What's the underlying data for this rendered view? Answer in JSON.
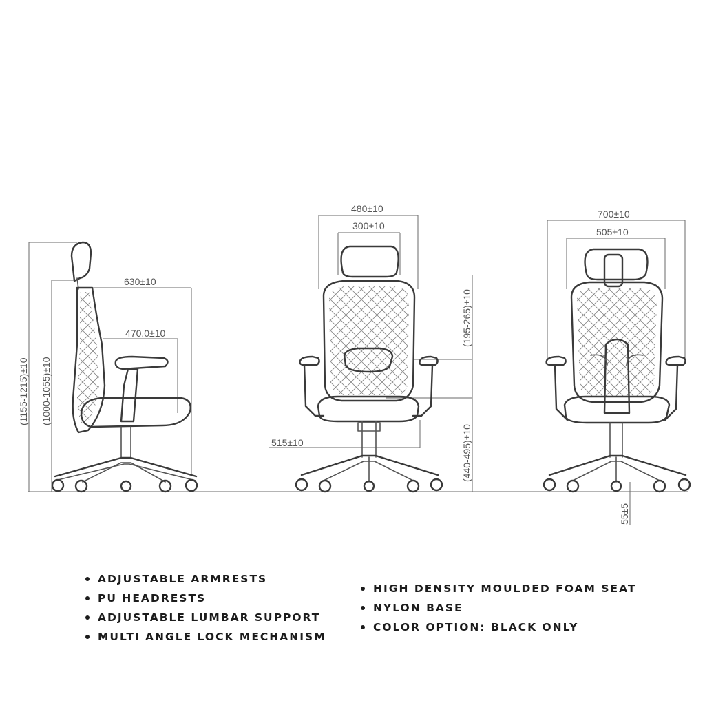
{
  "diagram": {
    "side_view": {
      "overall_height": "(1155-1215)±10",
      "back_height": "(1000-1055)±10",
      "depth_overall": "630±10",
      "depth_seat": "470.0±10"
    },
    "front_view": {
      "overall_width": "480±10",
      "headrest_width": "300±10",
      "headrest_adjust": "(195-265)±10",
      "seat_height": "(440-495)±10",
      "base_width": "515±10"
    },
    "back_view": {
      "overall_width": "700±10",
      "inner_width": "505±10",
      "ground_clearance": "55±5"
    }
  },
  "features": {
    "left": [
      "ADJUSTABLE ARMRESTS",
      "PU HEADRESTS",
      "ADJUSTABLE LUMBAR SUPPORT",
      "MULTI ANGLE LOCK MECHANISM"
    ],
    "right": [
      "HIGH DENSITY MOULDED FOAM SEAT",
      "NYLON BASE",
      "COLOR OPTION: BLACK ONLY"
    ]
  }
}
